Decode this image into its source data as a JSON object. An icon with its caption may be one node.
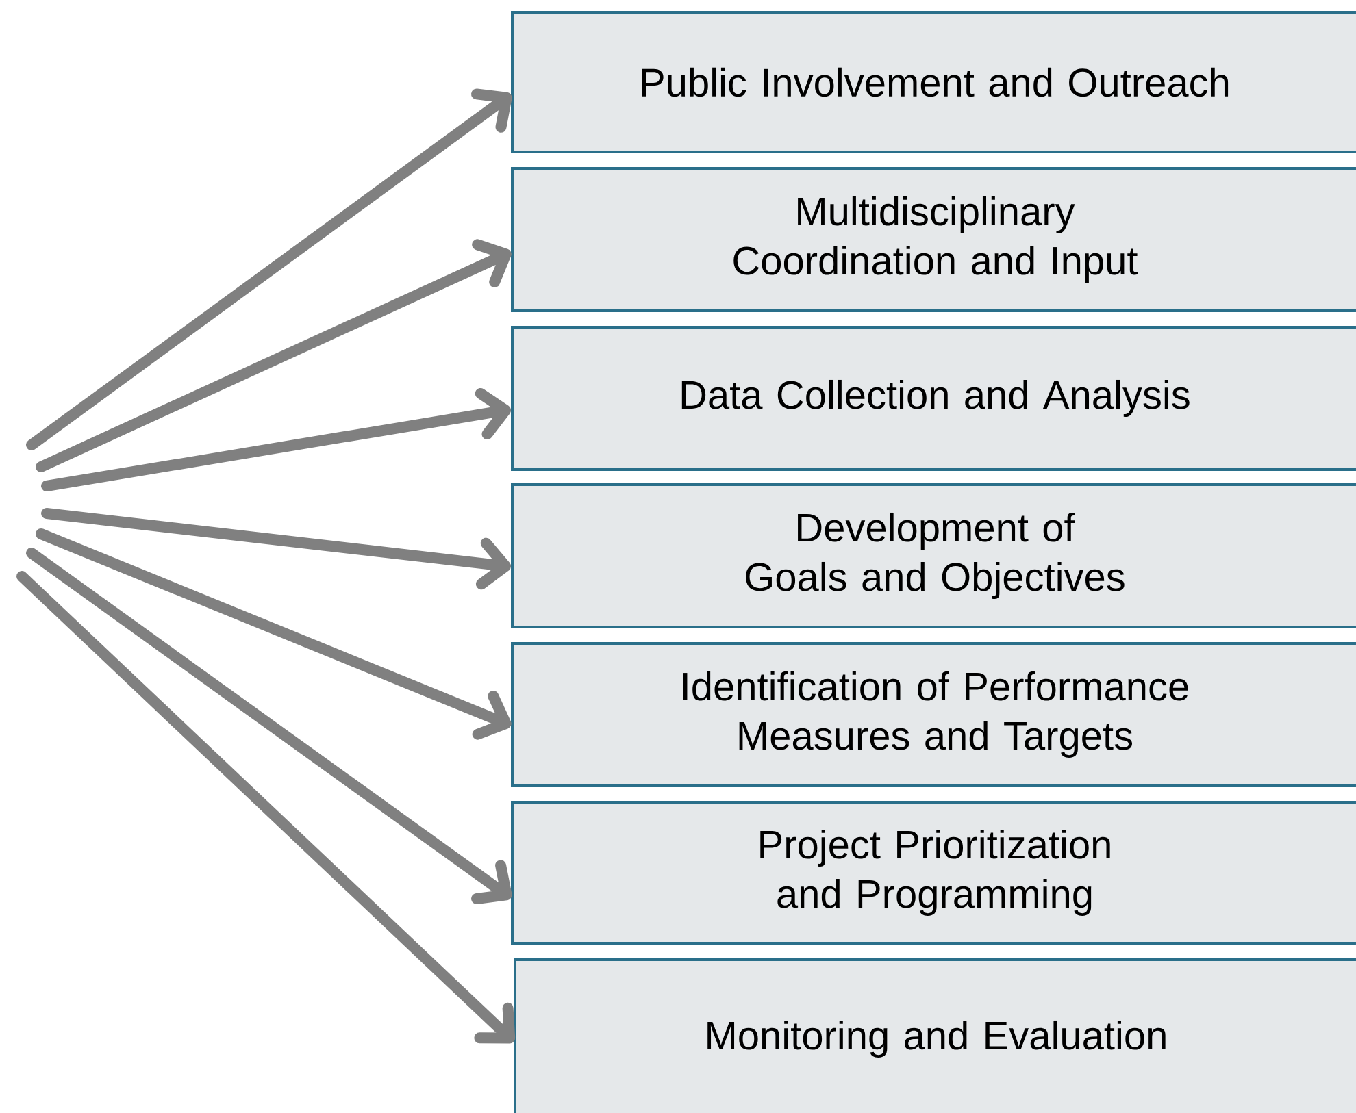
{
  "diagram": {
    "nodes": [
      {
        "text": [
          "Public Involvement and Outreach"
        ]
      },
      {
        "text": [
          "Multidisciplinary Coordination and Input"
        ]
      },
      {
        "text": [
          "Data Collection and Analysis"
        ]
      },
      {
        "text": [
          "Development of Goals and Objectives"
        ]
      },
      {
        "text": [
          "Identification of Performance Measures and Targets"
        ]
      },
      {
        "text": [
          "Project Prioritization and Programming"
        ]
      },
      {
        "text": [
          "Monitoring and Evaluation"
        ]
      }
    ],
    "edges": [
      {
        "from": null,
        "to": 0,
        "arrow": "to"
      },
      {
        "from": null,
        "to": 1,
        "arrow": "to"
      },
      {
        "from": null,
        "to": 2,
        "arrow": "to"
      },
      {
        "from": null,
        "to": 3,
        "arrow": "to"
      },
      {
        "from": null,
        "to": 4,
        "arrow": "to"
      },
      {
        "from": null,
        "to": 5,
        "arrow": "to"
      },
      {
        "from": null,
        "to": 6,
        "arrow": "to"
      }
    ]
  }
}
